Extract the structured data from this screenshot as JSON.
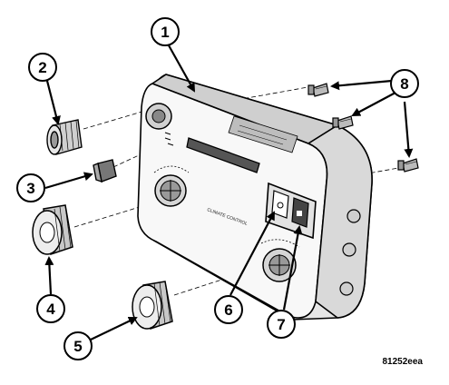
{
  "figure": {
    "id_label": "81252eea",
    "panel_text": "CLIMATE CONTROL"
  },
  "callouts": [
    "1",
    "2",
    "3",
    "4",
    "5",
    "6",
    "7",
    "8"
  ]
}
